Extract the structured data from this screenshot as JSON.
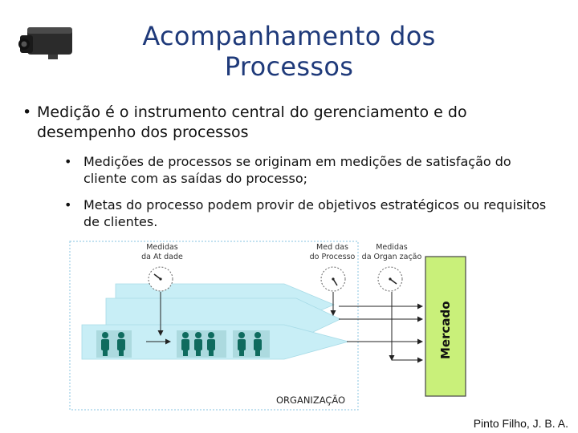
{
  "slide": {
    "title": "Acompanhamento dos\nProcessos",
    "bullet_main": "Medição é o instrumento central do gerenciamento e do desempenho dos processos",
    "sub_bullets": [
      "Medições de processos se originam em medições de satisfação do cliente com as saídas do processo;",
      "Metas do processo podem provir de objetivos estratégicos ou requisitos de clientes."
    ],
    "bullet_symbol": "•",
    "credit": "Pinto Filho, J. B. A."
  },
  "diagram": {
    "gauge_labels": [
      [
        "Medidas",
        "da At   dade"
      ],
      [
        "Med  das",
        "do Processo"
      ],
      [
        "Medidas",
        "da Organ  zação"
      ]
    ],
    "market_label": "Mercado",
    "org_label": "ORGANIZAÇÃO",
    "colors": {
      "arrow_fill": "#c8eef6",
      "market_fill": "#c9f07a",
      "person_fill": "#0f6b5e",
      "arrow_line": "#222222",
      "border": "#9ecfe6"
    },
    "icons": [
      "camera-icon",
      "gauge-icon",
      "person-icon"
    ]
  }
}
